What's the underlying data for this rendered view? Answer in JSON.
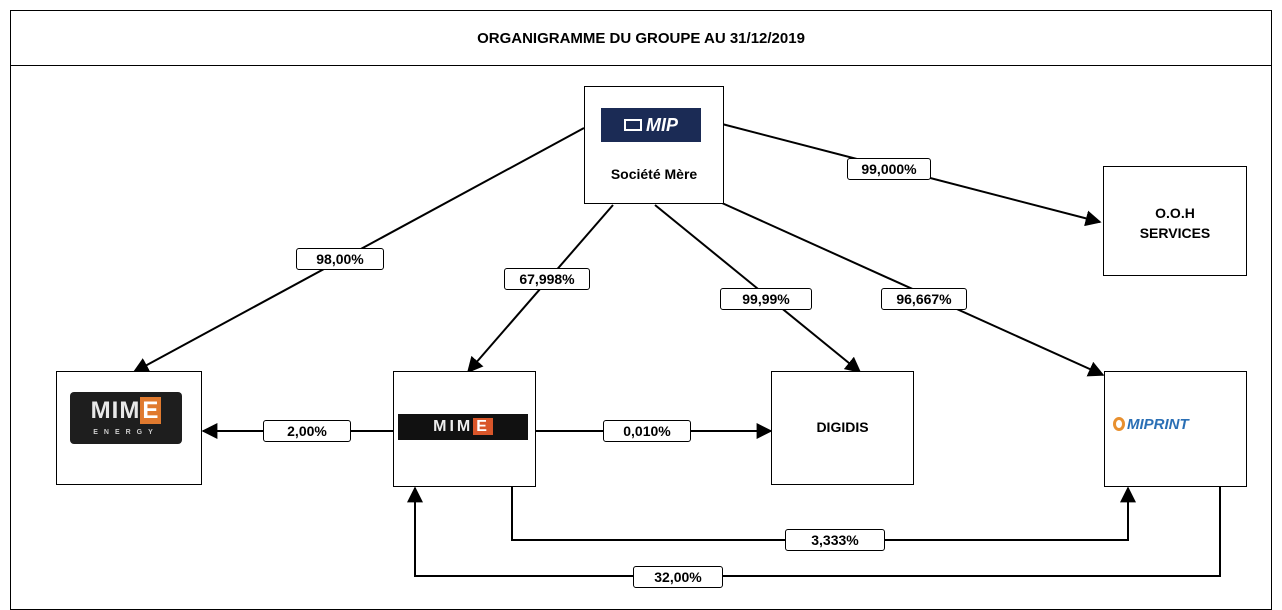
{
  "title": "ORGANIGRAMME DU GROUPE AU 31/12/2019",
  "nodes": {
    "mip": {
      "logo_text": "MIP",
      "label": "Société Mère"
    },
    "ooh": {
      "label": "O.O.H\nSERVICES"
    },
    "mime_energy": {
      "logo_text": "MIM",
      "logo_accent": "E",
      "logo_sub": "ENERGY"
    },
    "mime": {
      "logo_text": "MIM",
      "logo_accent": "E"
    },
    "digidis": {
      "label": "DIGIDIS"
    },
    "mipprint": {
      "logo_text": "MIPRINT"
    }
  },
  "links": {
    "mip_to_ooh": "99,000%",
    "mip_to_mime_energy": "98,00%",
    "mip_to_mime": "67,998%",
    "mip_to_digidis": "99,99%",
    "mip_to_mipprint": "96,667%",
    "mime_to_mime_energy": "2,00%",
    "mime_to_digidis": "0,010%",
    "mime_to_mipprint": "3,333%",
    "mipprint_to_mime": "32,00%"
  },
  "colors": {
    "mip_brand": "#1b2b55",
    "mime_accent": "#d9562a",
    "mipprint_blue": "#2a6fb5",
    "mipprint_orange": "#e8902f"
  }
}
